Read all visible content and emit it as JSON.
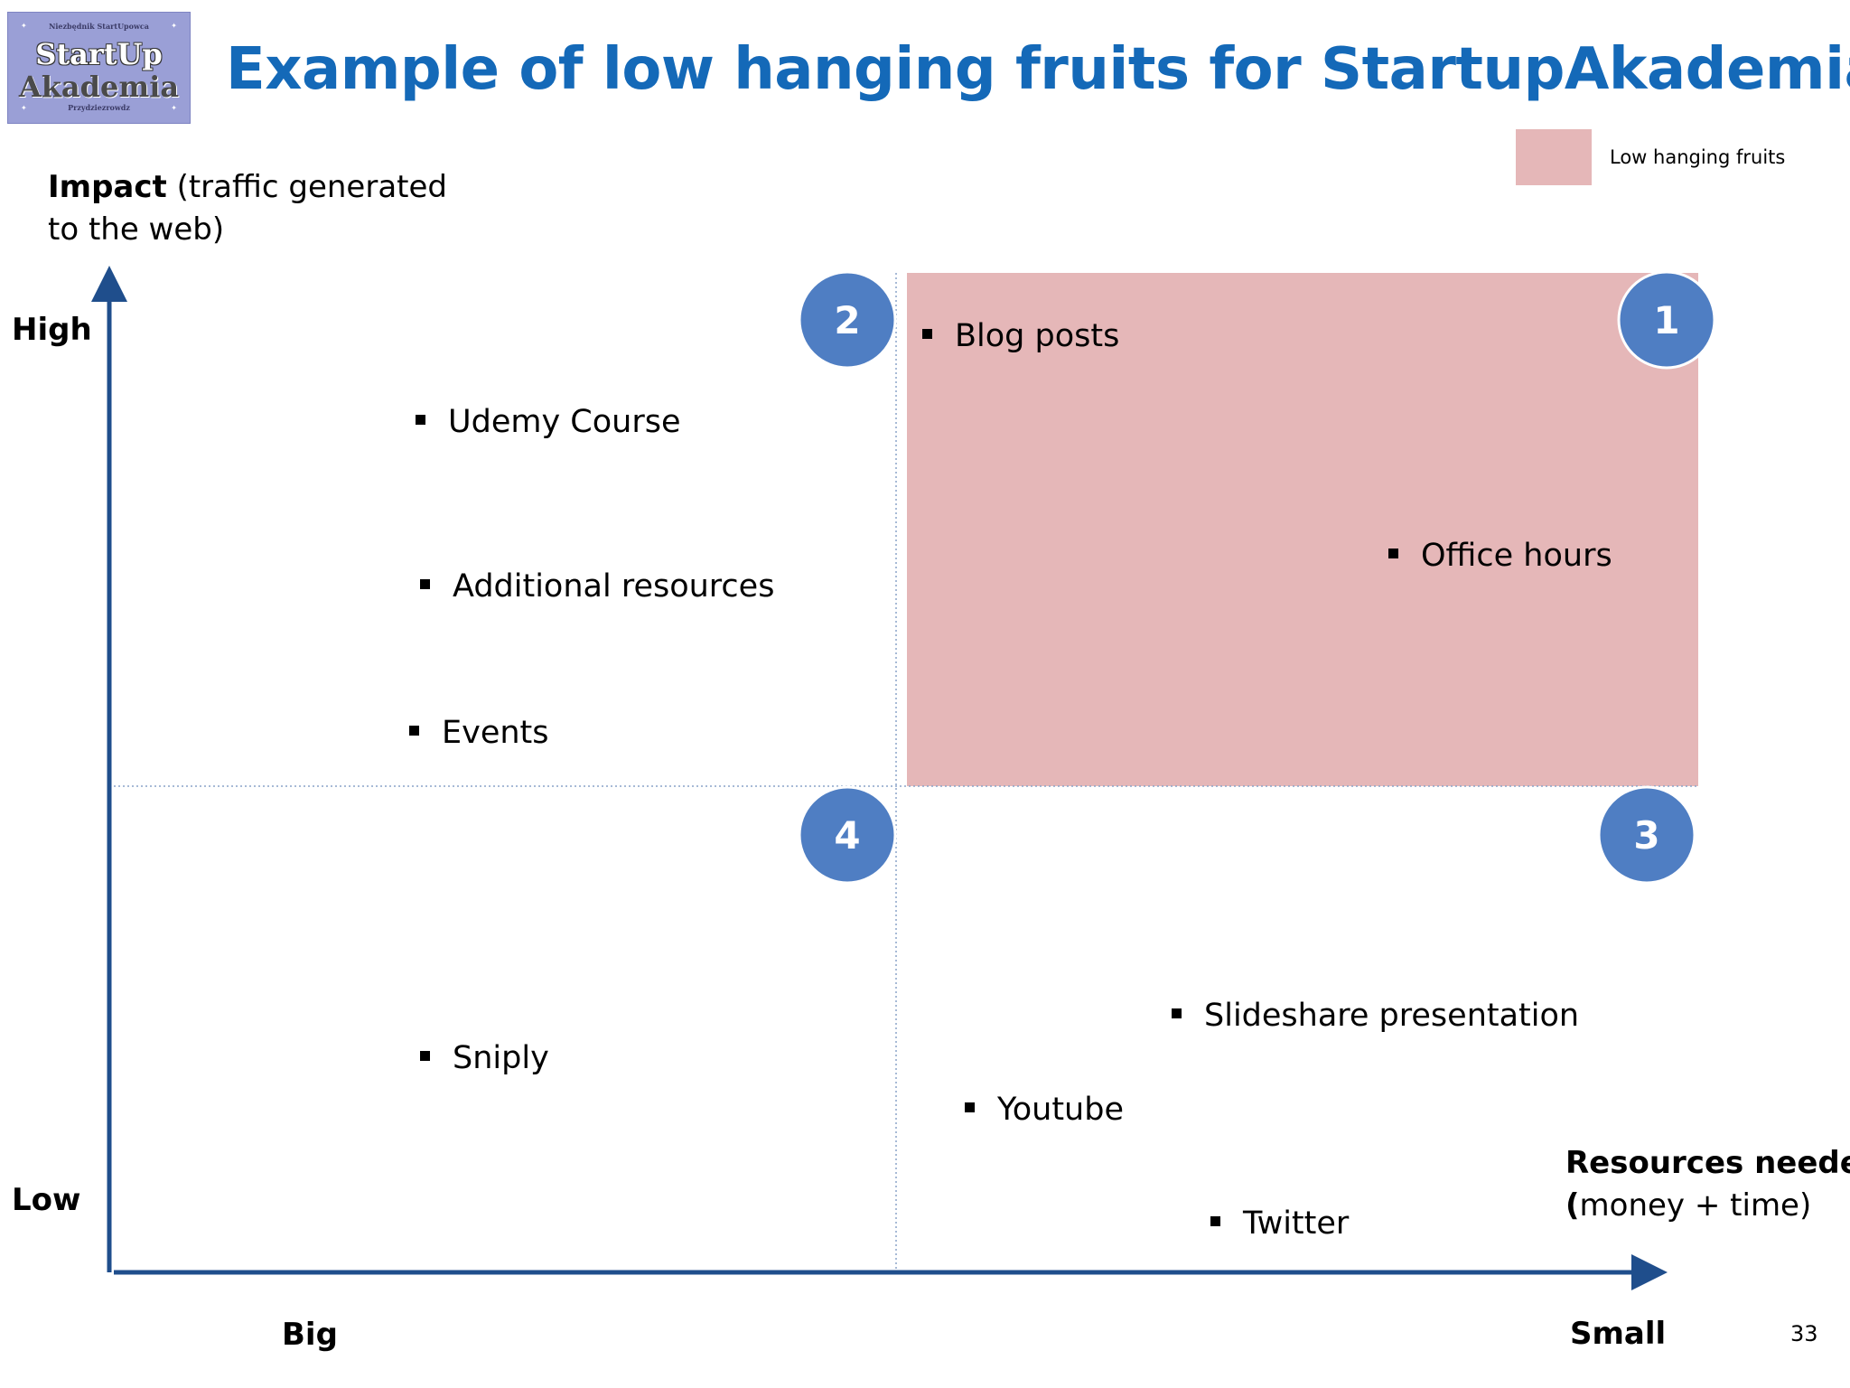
{
  "logo": {
    "line_top": "Niezbędnik StartUpowca",
    "line1": "StartUp",
    "line2": "Akademia",
    "line_bottom": "Przydziezrowdz"
  },
  "title": "Example of low hanging fruits for StartupAkademia",
  "legend": {
    "label": "Low hanging fruits",
    "color": "#e5b7b8"
  },
  "y_axis": {
    "title_bold": "Impact",
    "title_rest": " (traffic generated",
    "title_line2": "to the web)",
    "high": "High",
    "low": "Low"
  },
  "x_axis": {
    "title_bold": "Resources needed",
    "title_paren": "(",
    "title_rest": "money + time)",
    "big": "Big",
    "small": "Small"
  },
  "quadrants": [
    "2",
    "1",
    "4",
    "3"
  ],
  "items": {
    "blog_posts": "Blog posts",
    "udemy_course": "Udemy Course",
    "additional_resources": "Additional resources",
    "office_hours": "Office hours",
    "events": "Events",
    "sniply": "Sniply",
    "slideshare": "Slideshare presentation",
    "youtube": "Youtube",
    "twitter": "Twitter"
  },
  "colors": {
    "accent": "#1469b8",
    "axis": "#1f4e8c",
    "badge": "#4f7ec3",
    "highlight": "#e5b7b8"
  },
  "page_number": "33"
}
